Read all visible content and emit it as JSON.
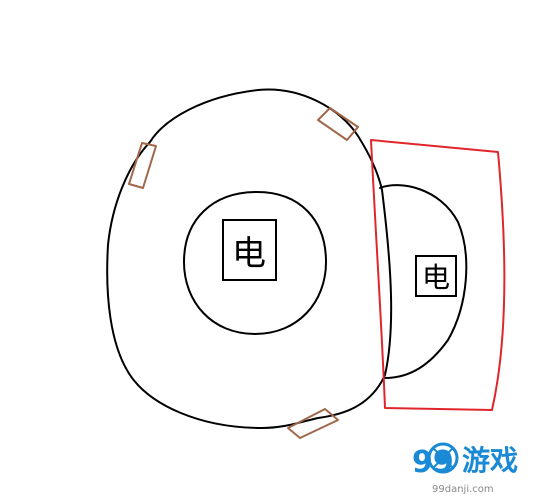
{
  "diagram": {
    "labels": {
      "main_battery": "电",
      "side_battery": "电"
    },
    "colors": {
      "outline": "#000000",
      "tape": "#a0674a",
      "highlight": "#e0262b"
    }
  },
  "watermark": {
    "number": "99",
    "name": "游戏",
    "url": "99danji.com",
    "colors": {
      "number": "#1a8ad6",
      "name": "#1a8ad6",
      "url": "#888888"
    }
  }
}
